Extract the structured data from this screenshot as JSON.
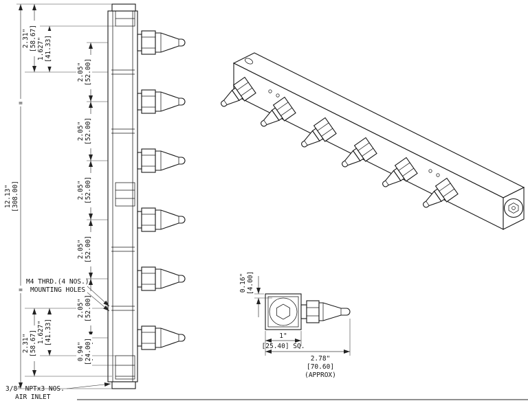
{
  "front_view": {
    "overall_in": "12.13\"",
    "overall_mm": "[308.00]",
    "top_outer_in": "2.31\"",
    "top_outer_mm": "[58.67]",
    "top_inner_in": "1.627\"",
    "top_inner_mm": "[41.33]",
    "pitch_in": "2.05\"",
    "pitch_mm": "[52.00]",
    "bottom_inner_in": "1.627\"",
    "bottom_inner_mm": "[41.33]",
    "bottom_outer_in": "2.31\"",
    "bottom_outer_mm": "[58.67]",
    "end_in": "0.94\"",
    "end_mm": "[24.00]",
    "equal_mark": "=",
    "note_mounting_1": "M4 THRD.(4 NOS.)",
    "note_mounting_2": "MOUNTING HOLES",
    "note_inlet_1": "3/8\" NPTx3 NOS.",
    "note_inlet_2": "AIR INLET"
  },
  "detail_view": {
    "lip_in": "0.16\"",
    "lip_mm": "[4.00]",
    "square_in": "1\"",
    "square_mm": "[25.40] SQ.",
    "length_in": "2.78\"",
    "length_mm": "[70.60]",
    "length_note": "(APPROX)"
  }
}
